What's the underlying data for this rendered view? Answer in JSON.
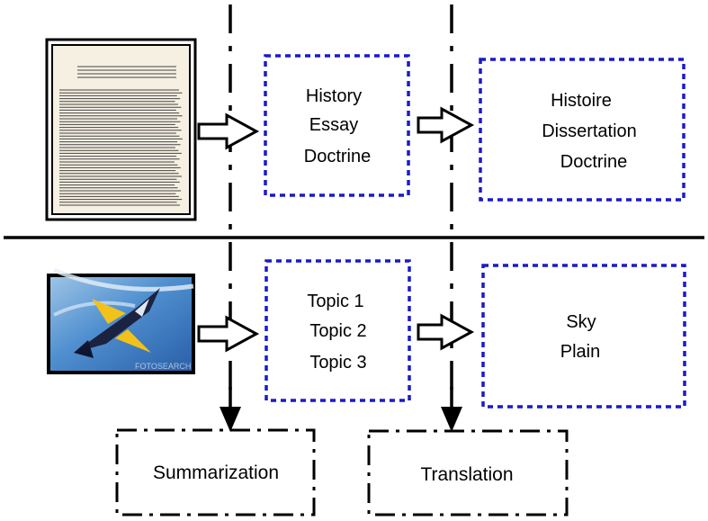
{
  "top_row": {
    "box1_lines": [
      "History",
      "Essay",
      "Doctrine"
    ],
    "box2_lines": [
      "Histoire",
      "Dissertation",
      "Doctrine"
    ]
  },
  "bottom_row": {
    "box1_lines": [
      "Topic 1",
      "Topic 2",
      "Topic 3"
    ],
    "box2_lines": [
      "Sky",
      "Plain"
    ]
  },
  "tasks": {
    "summarization": "Summarization",
    "translation": "Translation"
  },
  "colors": {
    "box_border": "#1a1acc",
    "line": "#000000",
    "sky": "#3f7fc0"
  },
  "icons": [
    "document-thumbnail",
    "jet-photo-thumbnail",
    "hollow-arrow",
    "down-arrow"
  ]
}
